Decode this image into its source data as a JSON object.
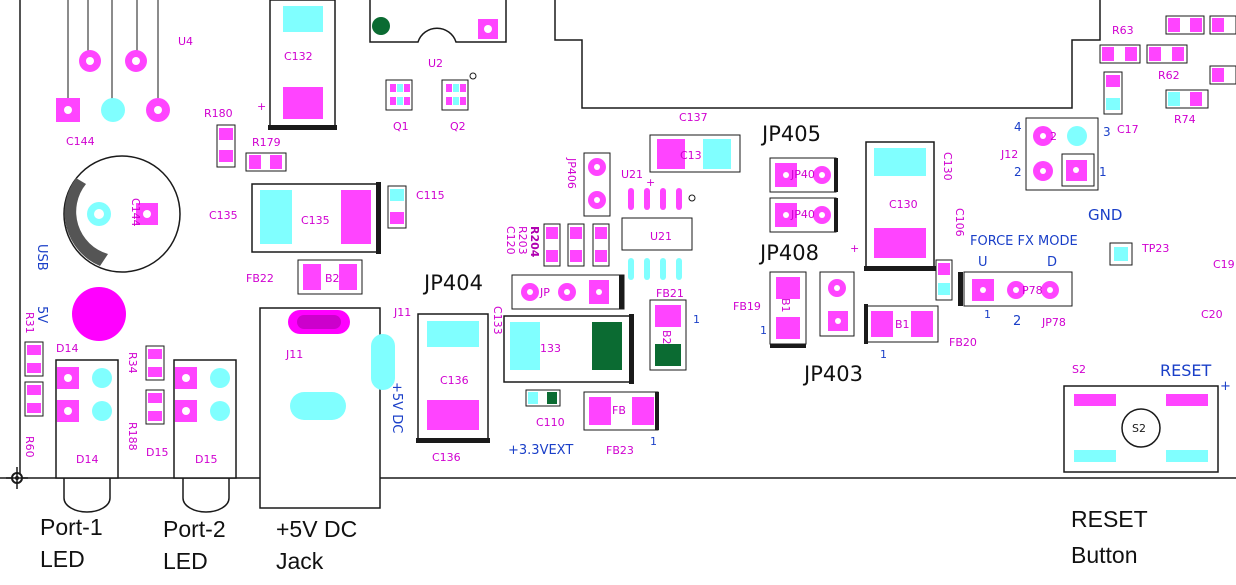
{
  "colors": {
    "outline": "#1a1a1a",
    "pad_magenta": "#ff44ff",
    "pad_cyan": "#80ffff",
    "ref_label": "#d000d0",
    "net_label": "#1a3fc8",
    "green_pad": "#0b6b32"
  },
  "header_labels": {
    "jp405": "JP405",
    "jp408": "JP408",
    "jp404": "JP404",
    "jp403": "JP403"
  },
  "net_labels": {
    "usb": "USB",
    "five_v": "5V",
    "plus5v_dc": "+5V DC",
    "plus33v_ext": "+3.3VEXT",
    "force_fx_mode": "FORCE FX MODE",
    "u": "U",
    "d": "D",
    "gnd": "GND",
    "reset": "RESET",
    "pin4": "4",
    "pin3": "3",
    "pin2": "2",
    "pin1": "1"
  },
  "ref_designators": {
    "u4": "U4",
    "u2": "U2",
    "c132": "C132",
    "q1": "Q1",
    "q2": "Q2",
    "c144": "C144",
    "r180": "R180",
    "r179": "R179",
    "c137": "C137",
    "c135": "C135",
    "c115": "C115",
    "jp406": "JP406",
    "u21": "U21",
    "c120": "C120",
    "r203": "R203",
    "r204": "R204",
    "fb22": "FB22",
    "j11": "J11",
    "c133": "C133",
    "fb21": "FB21",
    "c136": "C136",
    "c110": "C110",
    "fb23": "FB23",
    "r31": "R31",
    "d14": "D14",
    "r34": "R34",
    "r188": "R188",
    "d15": "D15",
    "r60": "R60",
    "c130": "C130",
    "c106": "C106",
    "fb19": "FB19",
    "fb20": "FB20",
    "jp78": "JP78",
    "j12": "J12",
    "c17": "C17",
    "r63": "R63",
    "r62": "R62",
    "r74": "R74",
    "tp23": "TP23",
    "c19": "C19",
    "c20": "C20",
    "s2": "S2",
    "s2_knob": "S2"
  },
  "callouts": [
    {
      "id": "port1",
      "lines": [
        "Port-1",
        "LED"
      ]
    },
    {
      "id": "port2",
      "lines": [
        "Port-2",
        "LED"
      ]
    },
    {
      "id": "dcjack",
      "lines": [
        "+5V DC",
        "Jack"
      ]
    },
    {
      "id": "reset",
      "lines": [
        "RESET",
        "Button"
      ]
    }
  ]
}
